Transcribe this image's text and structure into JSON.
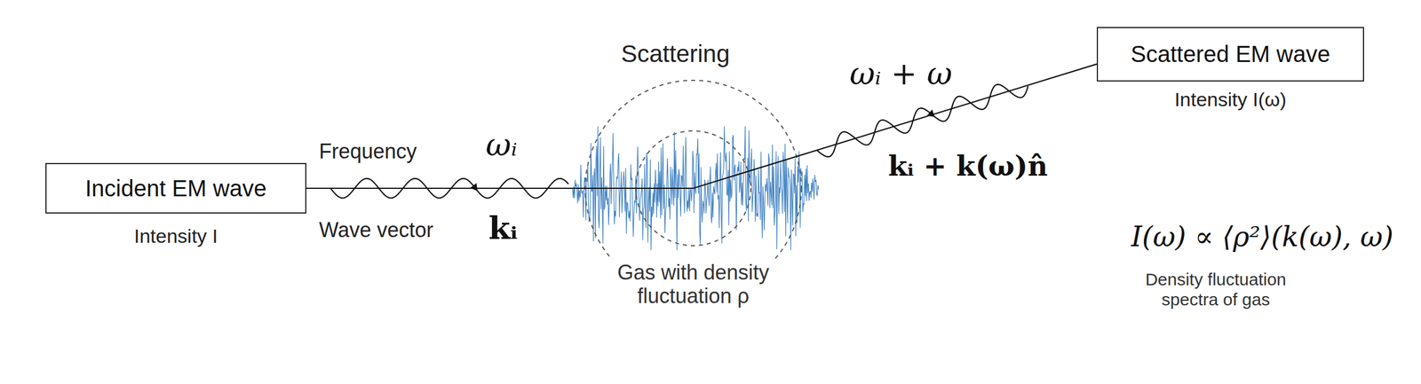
{
  "diagram": {
    "nodes": [
      {
        "text": [
          "Incident EM wave",
          "Intensity I"
        ]
      },
      {
        "text": [
          "Scattered EM wave",
          "Intensity I(ω)"
        ]
      }
    ],
    "edges": [
      {
        "from": 0,
        "to": 1,
        "arrow": "none"
      }
    ],
    "labels": [
      "Frequency",
      "ωᵢ",
      "Wave vector",
      "kᵢ",
      "Scattering",
      "Gas with density fluctuation ρ",
      "ωᵢ + ω",
      "kᵢ + k(ω)n̂",
      "I(ω) ∝ ⟨ρ²⟩(k(ω), ω)",
      "Density fluctuation spectra of gas"
    ]
  }
}
